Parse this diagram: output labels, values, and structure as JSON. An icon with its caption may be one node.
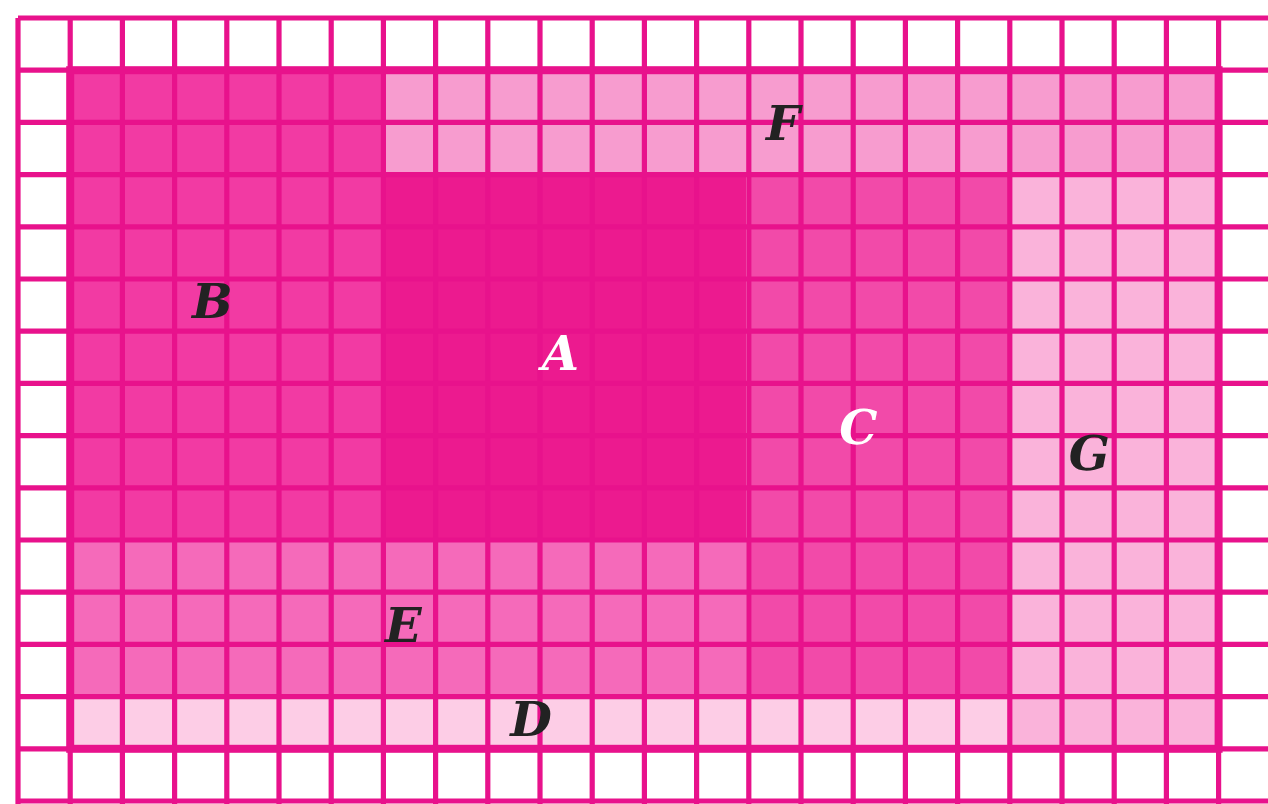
{
  "diagram": {
    "nodes": [
      {
        "text": [
          "F"
        ]
      },
      {
        "text": [
          "B"
        ]
      },
      {
        "text": [
          "A"
        ]
      },
      {
        "text": [
          "C"
        ]
      },
      {
        "text": [
          "G"
        ]
      },
      {
        "text": [
          "E"
        ]
      },
      {
        "text": [
          "D"
        ]
      }
    ]
  }
}
